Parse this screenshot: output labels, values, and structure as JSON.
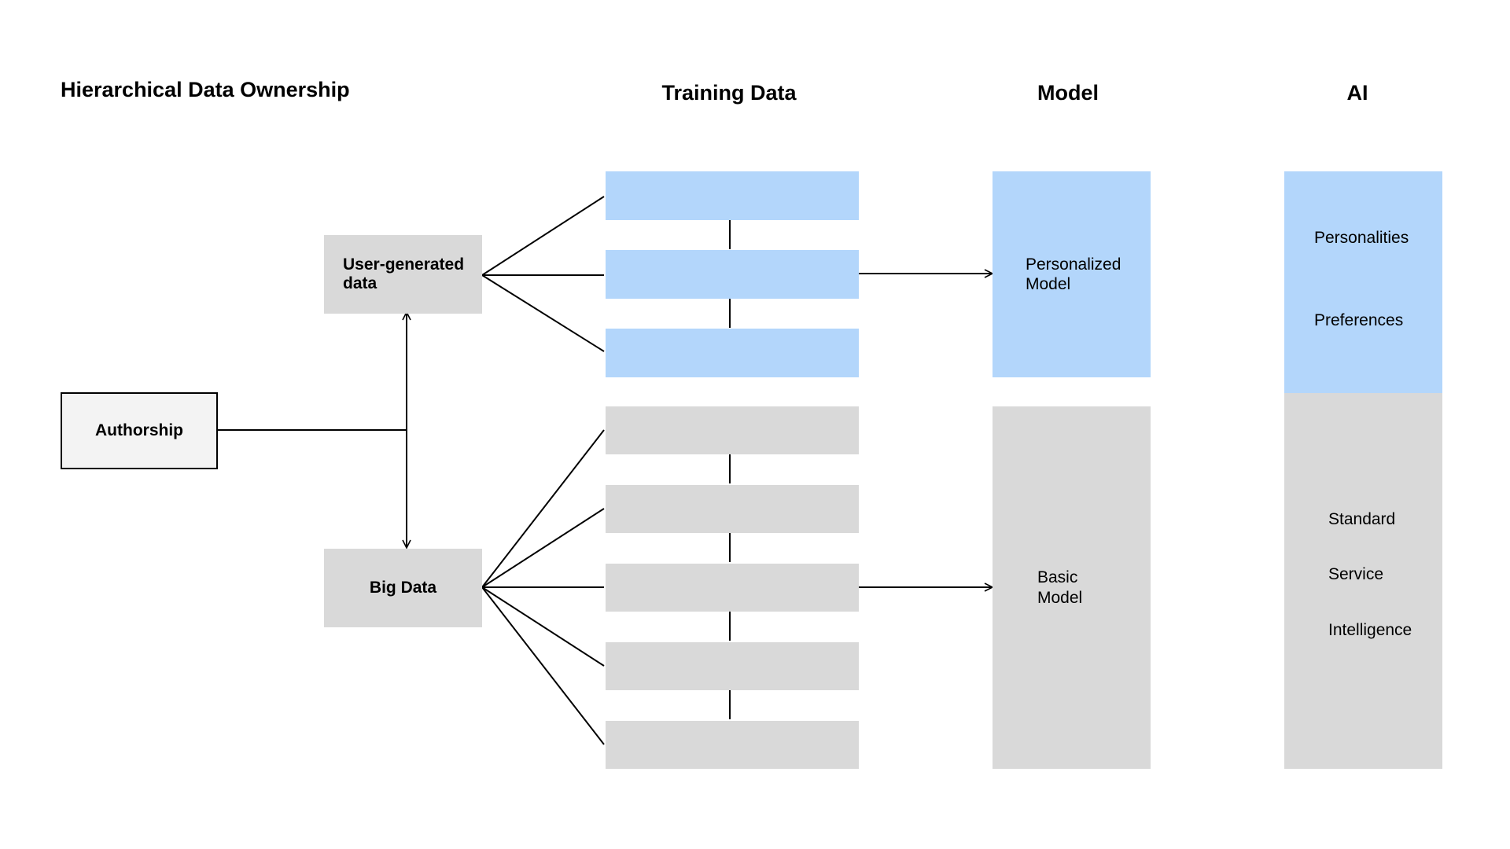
{
  "title": "Hierarchical Data Ownership",
  "columns": {
    "training_data": "Training Data",
    "model": "Model",
    "ai": "AI"
  },
  "nodes": {
    "authorship": "Authorship",
    "user_generated": "User-generated data",
    "big_data": "Big Data",
    "personalized_model": "Personalized Model",
    "basic_model": "Basic Model"
  },
  "ai_blocks": {
    "personal": [
      "Personalities",
      "Preferences"
    ],
    "standard": [
      "Standard",
      "Service",
      "Intelligence"
    ]
  },
  "colors": {
    "personal_fill": "#b3d6fb",
    "general_fill": "#d9d9d9",
    "authorship_fill": "#f3f3f3"
  }
}
